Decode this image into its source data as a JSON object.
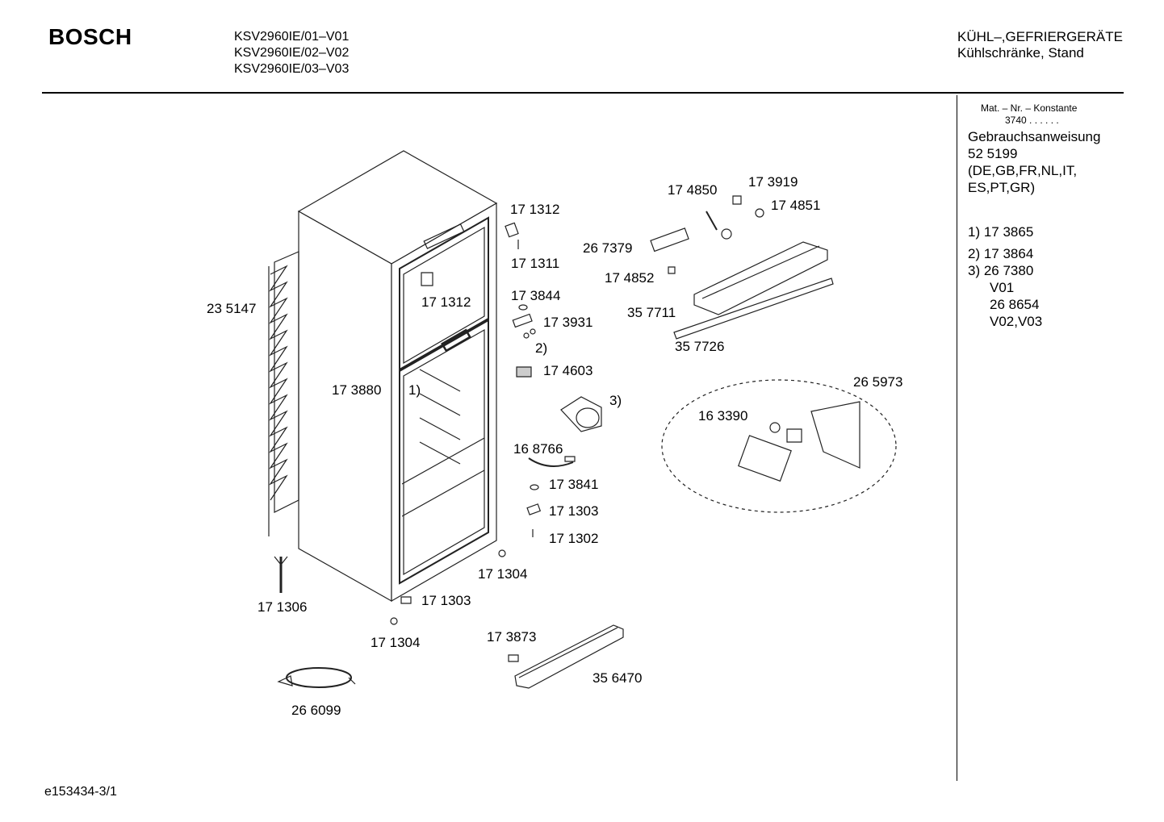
{
  "header": {
    "brand": "BOSCH",
    "models": [
      "KSV2960IE/01–V01",
      "KSV2960IE/02–V02",
      "KSV2960IE/03–V03"
    ],
    "category_line1": "KÜHL–,GEFRIERGERÄTE",
    "category_line2": "Kühlschränke, Stand"
  },
  "sidebar": {
    "mat_nr_label": "Mat. – Nr. – Konstante",
    "mat_nr_value": "3740 . . . . . .",
    "manual_title": "Gebrauchsanweisung",
    "manual_number": "52 5199",
    "manual_langs_1": "(DE,GB,FR,NL,IT,",
    "manual_langs_2": "ES,PT,GR)",
    "notes": [
      "1) 17 3865",
      "2) 17 3864",
      "3)  26 7380",
      "V01",
      "26 8654",
      "V02,V03"
    ]
  },
  "parts": [
    "17 1312",
    "17 1311",
    "17 1312",
    "17 3844",
    "17 3931",
    "2)",
    "17 4603",
    "3)",
    "16 8766",
    "17 3841",
    "17 1303",
    "17 1302",
    "17 1304",
    "17 1303",
    "17 1304",
    "17 1306",
    "23 5147",
    "17 3880",
    "1)",
    "26 6099",
    "17 3873",
    "35 6470",
    "17 4850",
    "17 3919",
    "17 4851",
    "26 7379",
    "17 4852",
    "35 7711",
    "35 7726",
    "26 5973",
    "16 3390"
  ],
  "footer": {
    "doc_id": "e153434-3/1"
  }
}
